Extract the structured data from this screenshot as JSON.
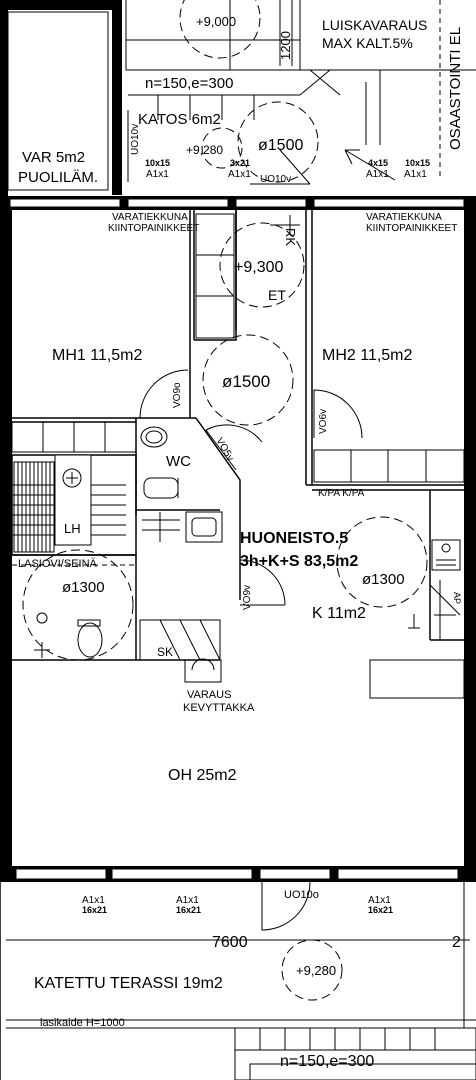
{
  "plan": {
    "apartment": {
      "name": "HUONEISTO.5",
      "type": "3h+K+S 83,5m2"
    },
    "rooms": {
      "var": {
        "line1": "VAR 5m2",
        "line2": "PUOLILÄM."
      },
      "katos": "KATOS 6m2",
      "mh1": "MH1 11,5m2",
      "mh2": "MH2 11,5m2",
      "wc": "WC",
      "k": "K 11m2",
      "oh": "OH 25m2",
      "terassi": "KATETTU TERASSI 19m2"
    },
    "levels": {
      "top": "+9,000",
      "katos": "+9,280",
      "et": "+9,300",
      "terassi": "+9,280"
    },
    "circles": {
      "katos": "ø1500",
      "hall": "ø1500",
      "sauna": "ø1300",
      "kitchen": "ø1300"
    },
    "labels": {
      "luiskavaraus": "LUISKAVARAUS",
      "max_kalt": "MAX KALT.5%",
      "osaastointi": "OSAASTOINTI EL",
      "stairs_top": "n=150,e=300",
      "stairs_bottom": "n=150,e=300",
      "dim_1200": "1200",
      "dim_7600": "7600",
      "dim_2": "2",
      "varatie_left_1": "VARATIEKKUNA",
      "varatie_left_2": "KIINTOPAINIKKEET",
      "varatie_right_1": "VARATIEKKUNA",
      "varatie_right_2": "KIINTOPAINIKKEET",
      "rk": "RK",
      "et": "ET",
      "lasiovi": "LASIOVI/SEINÄ",
      "lh": "LH",
      "sk": "SK",
      "varaus_1": "VARAUS",
      "varaus_2": "KEVYTTAKKA",
      "kpa": "K/PA K/PA",
      "lasikaide": "lasikaide  H=1000",
      "ap": "AP"
    },
    "doors": {
      "uo_top_left": "UO10v",
      "uo_top_center": "UO10v",
      "v09_mh1": "VO9o",
      "v05_wc": "VO5v",
      "v06_mh2": "VO6v",
      "v09_hall": "VO9v",
      "uo_terrace": "UO10o"
    },
    "windows": {
      "top_1": {
        "a": "10x15",
        "b": "A1x1"
      },
      "top_2": {
        "a": "3x21",
        "b": "A1x1"
      },
      "top_3": {
        "a": "4x15",
        "b": "A1x1"
      },
      "top_4": {
        "a": "10x15",
        "b": "A1x1"
      },
      "bottom_1": {
        "a": "A1x1",
        "b": "16x21"
      },
      "bottom_2": {
        "a": "A1x1",
        "b": "16x21"
      },
      "bottom_3": {
        "a": "A1x1",
        "b": "16x21"
      }
    }
  }
}
